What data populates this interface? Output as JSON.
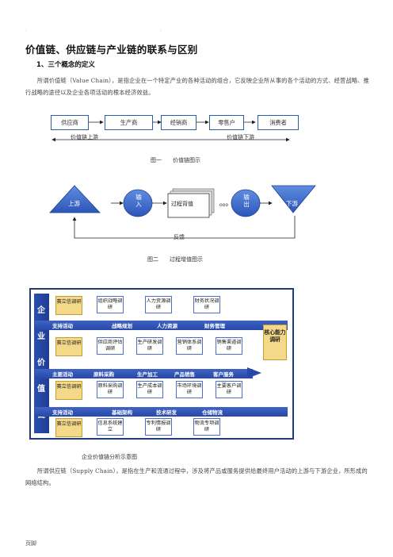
{
  "header_dots": [
    ".",
    "."
  ],
  "title": "价值链、供应链与产业链的联系与区别",
  "section1_heading": "1、三个概念的定义",
  "para1": "所谓价值链（Value Chain），是指企业在一个特定产业的各种活动的组合，它反映企业所从事的各个活动的方式、经营战略、推行战略的途径以及企业各项活动的根本经济效益。",
  "fig1": {
    "boxes": [
      "供应商",
      "生产商",
      "经销商",
      "零售户",
      "消费者"
    ],
    "upstream_label": "价值链上游",
    "downstream_label": "价值链下游",
    "caption": "图一　　价值链图示"
  },
  "fig2": {
    "upstream": "上游",
    "input": "输入",
    "process": "过程背值",
    "output": "输出",
    "downstream": "下游",
    "dots": "ooo",
    "feedback": "反馈",
    "caption": "图二　　过程增值图示"
  },
  "fig3": {
    "sidebar_chars": [
      "企",
      "业",
      "价",
      "值",
      "链"
    ],
    "bands": [
      {
        "label": "支持活动",
        "items": [
          "战略规划",
          "人力资源",
          "财务管理"
        ]
      },
      {
        "label": "主要活动",
        "items": [
          "原料采购",
          "生产加工",
          "产品销售",
          "客户服务"
        ]
      },
      {
        "label": "支持活动",
        "items": [
          "基础架构",
          "技术研发",
          "仓储物流"
        ]
      }
    ],
    "side_cards": [
      "赛立信调研",
      "赛立信调研",
      "赛立信调研",
      "赛立信调研"
    ],
    "row1_cards": [
      "组织战略调研",
      "人力资源调研",
      "财务状况调研"
    ],
    "row2_cards": [
      "供应商评估调研",
      "生产研发调研",
      "营销体系调研",
      "销售渠道调研"
    ],
    "row3_cards": [
      "原料采购调研",
      "生产成本调研",
      "市场环境调研",
      "主要客户调研"
    ],
    "row4_cards": [
      "信息系统建立",
      "专利情报调研",
      "物流专项调研"
    ],
    "core_label": "核心能力调研",
    "caption": "企业价值链分析示意图"
  },
  "para2": "所谓供应链（Supply Chain），是指在生产和流通过程中，涉及将产品或服务提供给最终用户活动的上游与下游企业，所形成的网络结构。",
  "footer": "页脚",
  "colors": {
    "accent_blue": "#2a5ca8",
    "band_blue": "#2748a8",
    "card_gold": "#f4d98a"
  }
}
